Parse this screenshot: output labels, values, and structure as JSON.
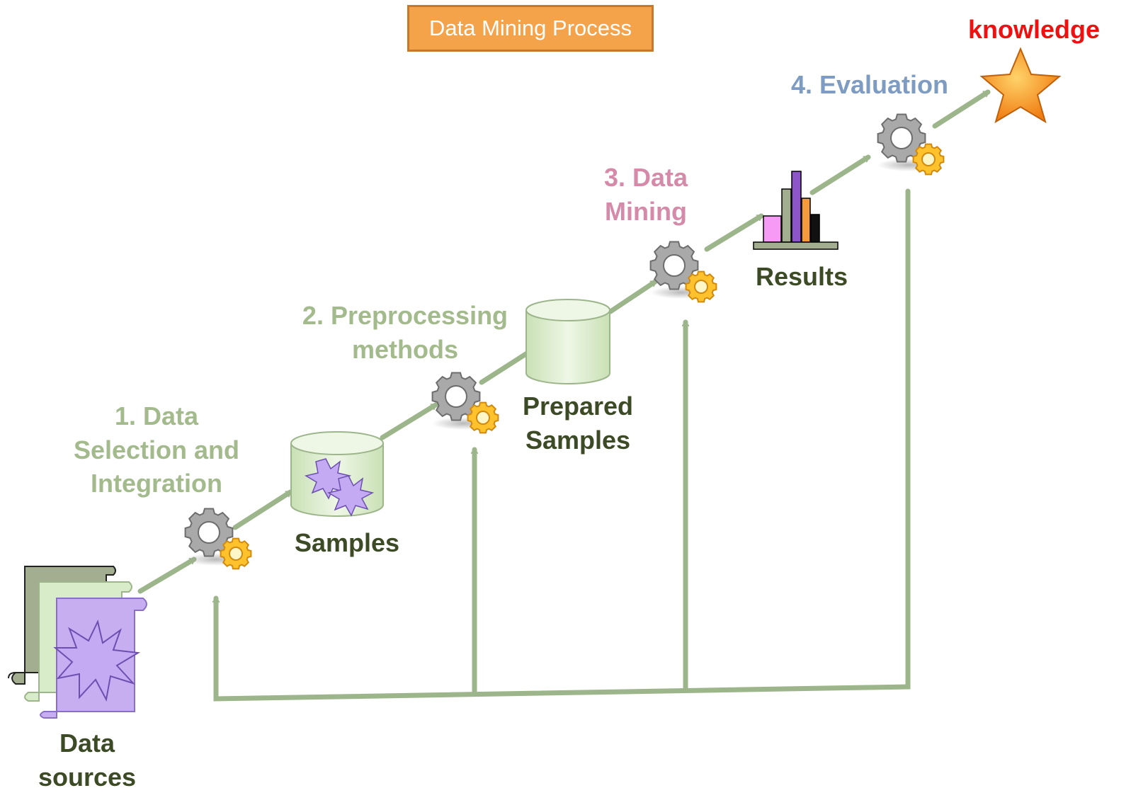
{
  "title": "Data Mining Process",
  "steps": {
    "s1": [
      "1. Data",
      "Selection and",
      "Integration"
    ],
    "s2": [
      "2. Preprocessing",
      "methods"
    ],
    "s3": [
      "3. Data",
      "Mining"
    ],
    "s4": "4. Evaluation"
  },
  "nodes": {
    "data_sources": [
      "Data",
      "sources"
    ],
    "samples": "Samples",
    "prepared_samples": [
      "Prepared",
      "Samples"
    ],
    "results": "Results",
    "knowledge": "knowledge"
  },
  "colors": {
    "arrow": "#9db58a",
    "step1": "#a3ba8c",
    "step2": "#a3ba8c",
    "step3": "#d48aa8",
    "step4": "#7e9bc2",
    "node_text": "#3c4a26",
    "knowledge": "#ee1111",
    "title_bg": "#f5a34a"
  },
  "icons": [
    "gear-icon",
    "database-icon",
    "starburst-icon",
    "document-icon",
    "bar-chart-icon",
    "star-icon"
  ]
}
